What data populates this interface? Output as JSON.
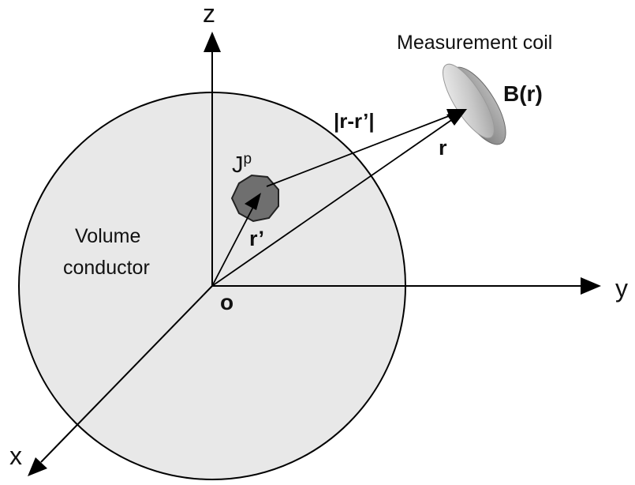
{
  "labels": {
    "z": "z",
    "y": "y",
    "x": "x",
    "origin": "o",
    "volume_line1": "Volume",
    "volume_line2": "conductor",
    "current_source": "J",
    "current_source_sup": "p",
    "vector_r": "r",
    "vector_r_prime": "r’",
    "distance": "|r-r’|",
    "measurement_coil": "Measurement coil",
    "field": "B(r)"
  },
  "colors": {
    "conductor_fill": "#e8e8e8",
    "source_fill": "#6f6f6f",
    "coil_light": "#d9d9d9",
    "coil_dark": "#8a8a8a",
    "stroke": "#000000"
  }
}
